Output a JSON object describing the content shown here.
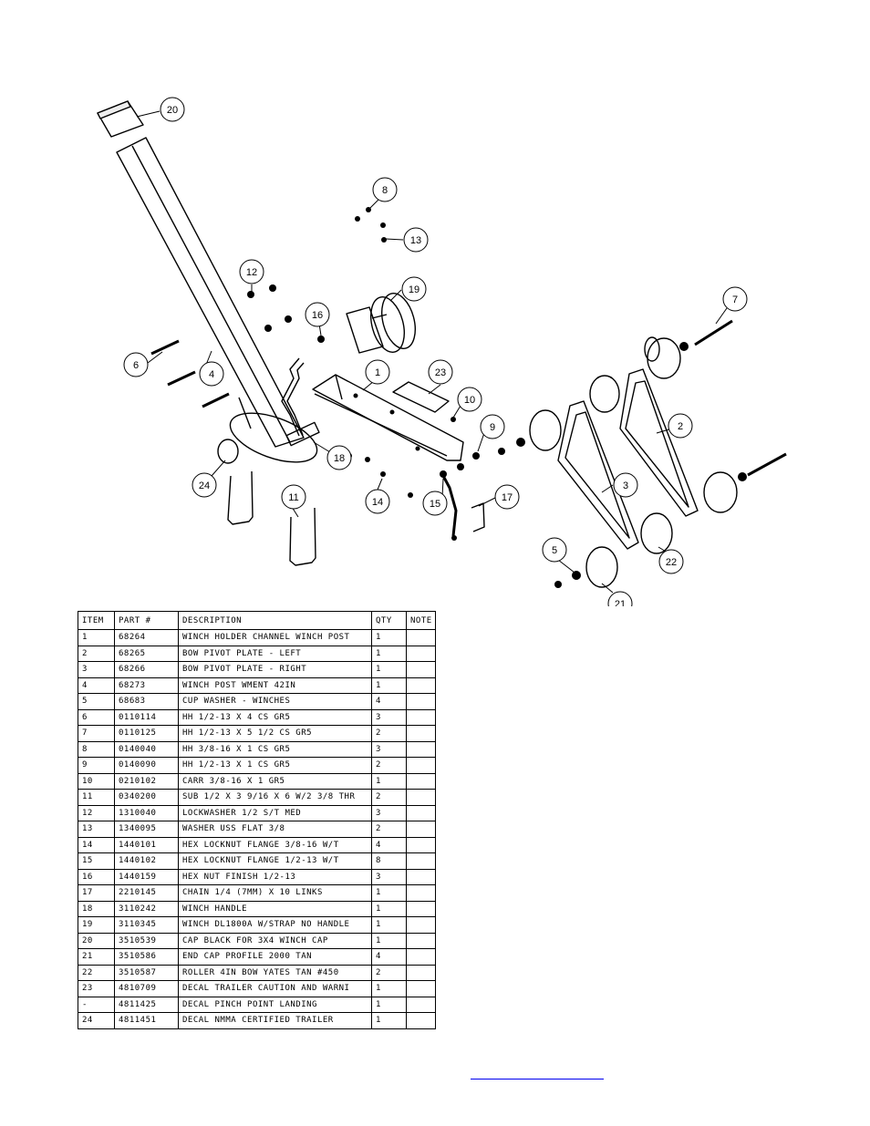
{
  "drawing": {
    "callouts": [
      "20",
      "8",
      "13",
      "12",
      "19",
      "16",
      "7",
      "6",
      "4",
      "1",
      "23",
      "10",
      "9",
      "2",
      "18",
      "24",
      "11",
      "14",
      "15",
      "17",
      "3",
      "5",
      "22",
      "21"
    ]
  },
  "table": {
    "headers": [
      "ITEM",
      "PART #",
      "DESCRIPTION",
      "QTY",
      "NOTE"
    ],
    "rows": [
      [
        "1",
        "68264",
        "WINCH HOLDER CHANNEL WINCH POST",
        "1",
        ""
      ],
      [
        "2",
        "68265",
        "BOW PIVOT PLATE - LEFT",
        "1",
        ""
      ],
      [
        "3",
        "68266",
        "BOW PIVOT PLATE - RIGHT",
        "1",
        ""
      ],
      [
        "4",
        "68273",
        "WINCH POST WMENT 42IN",
        "1",
        ""
      ],
      [
        "5",
        "68683",
        "CUP WASHER - WINCHES",
        "4",
        ""
      ],
      [
        "6",
        "0110114",
        "HH 1/2-13 X 4 CS GR5",
        "3",
        ""
      ],
      [
        "7",
        "0110125",
        "HH 1/2-13 X 5 1/2 CS GR5",
        "2",
        ""
      ],
      [
        "8",
        "0140040",
        "HH 3/8-16 X 1 CS GR5",
        "3",
        ""
      ],
      [
        "9",
        "0140090",
        "HH 1/2-13 X 1 CS GR5",
        "2",
        ""
      ],
      [
        "10",
        "0210102",
        "CARR 3/8-16 X 1 GR5",
        "1",
        ""
      ],
      [
        "11",
        "0340200",
        "SUB 1/2 X 3 9/16 X 6 W/2 3/8 THR",
        "2",
        ""
      ],
      [
        "12",
        "1310040",
        "LOCKWASHER 1/2 S/T MED",
        "3",
        ""
      ],
      [
        "13",
        "1340095",
        "WASHER USS FLAT 3/8",
        "2",
        ""
      ],
      [
        "14",
        "1440101",
        "HEX LOCKNUT FLANGE 3/8-16 W/T",
        "4",
        ""
      ],
      [
        "15",
        "1440102",
        "HEX LOCKNUT FLANGE 1/2-13 W/T",
        "8",
        ""
      ],
      [
        "16",
        "1440159",
        "HEX NUT FINISH 1/2-13",
        "3",
        ""
      ],
      [
        "17",
        "2210145",
        "CHAIN 1/4 (7MM) X 10 LINKS",
        "1",
        ""
      ],
      [
        "18",
        "3110242",
        "WINCH HANDLE",
        "1",
        ""
      ],
      [
        "19",
        "3110345",
        "WINCH DL1800A W/STRAP  NO HANDLE",
        "1",
        ""
      ],
      [
        "20",
        "3510539",
        "CAP BLACK FOR 3X4 WINCH CAP",
        "1",
        ""
      ],
      [
        "21",
        "3510586",
        "END CAP PROFILE 2000 TAN",
        "4",
        ""
      ],
      [
        "22",
        "3510587",
        "ROLLER 4IN BOW YATES TAN #450",
        "2",
        ""
      ],
      [
        "23",
        "4810709",
        "DECAL TRAILER CAUTION AND WARNI",
        "1",
        ""
      ],
      [
        "-",
        "4811425",
        "DECAL PINCH POINT LANDING",
        "1",
        ""
      ],
      [
        "24",
        "4811451",
        "DECAL NMMA CERTIFIED TRAILER",
        "1",
        ""
      ]
    ]
  },
  "link": {
    "text": ""
  }
}
